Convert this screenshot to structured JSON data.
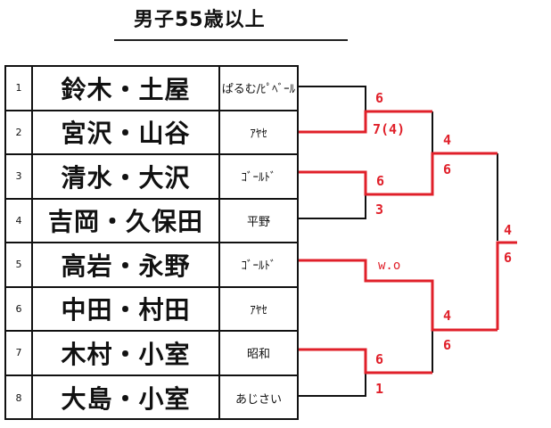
{
  "title": "男子55歳以上",
  "entries": [
    {
      "no": "1",
      "name": "鈴木・土屋",
      "club": "ぱるむ/ﾋﾟﾍﾞｰﾙ"
    },
    {
      "no": "2",
      "name": "宮沢・山谷",
      "club": "ｱﾔｾ"
    },
    {
      "no": "3",
      "name": "清水・大沢",
      "club": "ｺﾞｰﾙﾄﾞ"
    },
    {
      "no": "4",
      "name": "吉岡・久保田",
      "club": "平野"
    },
    {
      "no": "5",
      "name": "高岩・永野",
      "club": "ｺﾞｰﾙﾄﾞ"
    },
    {
      "no": "6",
      "name": "中田・村田",
      "club": "ｱﾔｾ"
    },
    {
      "no": "7",
      "name": "木村・小室",
      "club": "昭和"
    },
    {
      "no": "8",
      "name": "大島・小室",
      "club": "あじさい"
    }
  ],
  "scores": {
    "r1_m1_top": "6",
    "r1_m1_bottom": "7(4)",
    "r1_m2_top": "6",
    "r1_m2_bottom": "3",
    "r1_m3_top": "w.o",
    "r1_m4_top": "6",
    "r1_m4_bottom": "1",
    "sf1_top": "4",
    "sf1_bottom": "6",
    "sf2_top": "4",
    "sf2_bottom": "6",
    "final_top": "4",
    "final_bottom": "6"
  },
  "colors": {
    "line": "#111111",
    "winner_line": "#e0202a",
    "score": "#e0202a"
  }
}
